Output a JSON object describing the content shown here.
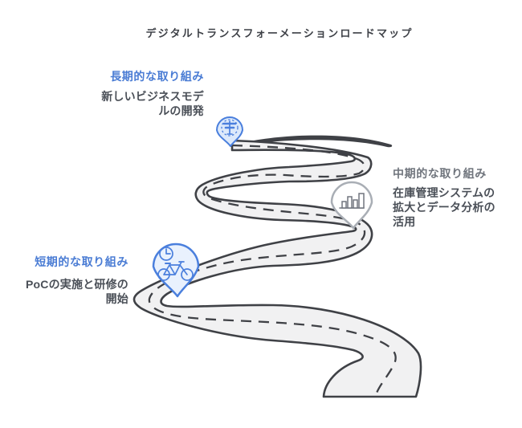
{
  "title": "デジタルトランスフォーメーションロードマップ",
  "milestones": {
    "long_term": {
      "heading": "長期的な取り組み",
      "body": "新しいビジネスモデルの開発",
      "accent_color": "#4a7cd4",
      "icon": "signpost-icon",
      "pin_style": "blue"
    },
    "mid_term": {
      "heading": "中期的な取り組み",
      "body": "在庫管理システムの拡大とデータ分析の活用",
      "accent_color": "#70757d",
      "icon": "bar-chart-icon",
      "pin_style": "gray"
    },
    "short_term": {
      "heading": "短期的な取り組み",
      "body": "PoCの実施と研修の開始",
      "accent_color": "#4a7cd4",
      "icon": "bicycle-icon",
      "pin_style": "blue"
    }
  },
  "colors": {
    "accent_blue": "#4a7cd4",
    "accent_gray": "#70757d",
    "body_text": "#4a4f57",
    "title_text": "#3e4147",
    "road_outline": "#3f4146",
    "road_fill": "#f1f1f2",
    "pin_blue_stroke": "#4a7fdd",
    "pin_blue_fill": "#e7effc",
    "pin_gray_stroke": "#a9aeb5",
    "pin_gray_icon": "#70757e"
  }
}
